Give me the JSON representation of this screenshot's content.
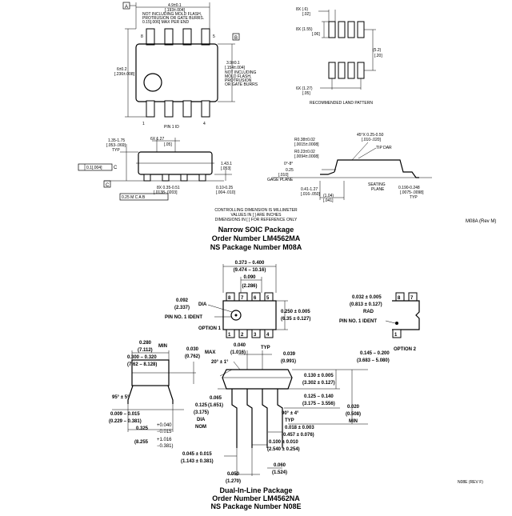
{
  "soic": {
    "top_view": {
      "letter_a": "A",
      "letter_b": "B",
      "dim_length": "4.9±0.1",
      "dim_length_in": "[.193±.004]",
      "note_length_1": "NOT INCLUDING MOLD FLASH,",
      "note_length_2": "PROTRUSION OR GATE BURRS.",
      "note_length_3": "0.15[.006] MAX PER END",
      "dim_height": "6±0.2",
      "dim_height_in": "[.236±.008]",
      "dim_body": "3.9±0.1",
      "dim_body_in": "[.154±.004]",
      "note_body_1": "NOT INCLUDING",
      "note_body_2": "MOLD FLASH,",
      "note_body_3": "PROTRUSION",
      "note_body_4": "OR GATE BURRS",
      "pin8": "8",
      "pin5": "5",
      "pin1": "1",
      "pin4": "4",
      "pin1_id": "PIN 1 ID"
    },
    "land_pattern": {
      "dim_8x_06": "8X (.6)",
      "dim_8x_06_in": "[.02]",
      "dim_8x_155": "8X (1.55)",
      "dim_8x_155_in": "[.06]",
      "dim_5_2": "(5.2)",
      "dim_5_2_in": "[.20]",
      "dim_6x_127": "6X (1.27)",
      "dim_6x_127_in": "[.05]",
      "caption": "RECOMMENDED LAND PATTERN"
    },
    "side_view": {
      "dim_135": "1.35-1.75",
      "dim_135_in": "[.053-.069]",
      "typ": "TYP",
      "dim_6x": "6X 1.27",
      "dim_6x_in": "[.05]",
      "dim_0_1": "0.1[.004]",
      "letter_c": "C",
      "dim_8x": "8X 0.35-0.51",
      "dim_8x_in": "[.0138-.0203]",
      "tol_frame": "0.25 M C A B",
      "dim_0_1_right": "0.10-0.25",
      "dim_0_1_right_in": "[.004-.010]",
      "dim_113": "1.43.1",
      "dim_113_in": "[.053]"
    },
    "detail_view": {
      "r1": "R0.38±0.02",
      "r1_in": "[.0015±.0008]",
      "r2": "R0.23±0.02",
      "r2_in": "[.0094±.0008]",
      "chamfer": "45°X 0.25-0.50",
      "chamfer_in": "[.010-.020]",
      "tip": "TIP DAR",
      "angle": "0°-8°",
      "gage": "0.25",
      "gage_in": "[.010]",
      "gage_plane": "GAGE PLANE",
      "seating": "SEATING",
      "plane": "PLANE",
      "lead": "0.41-1.27",
      "lead_in": "[.016-.050]",
      "foot": "(1.04)",
      "foot_in": "[.041]",
      "thick": "0.190-0.248",
      "thick_in": "[.0075-.0098]",
      "typ": "TYP"
    },
    "controlling_1": "CONTROLLING DIMENSION IS MILLIMETER",
    "controlling_2": "VALUES IN [ ] ARE INCHES",
    "controlling_3": "DIMENSIONS IN [ ] FOR REFERENCE ONLY",
    "rev": "M08A (Rev M)",
    "title_1": "Narrow SOIC Package",
    "title_2": "Order Number LM4562MA",
    "title_3": "NS Package Number M08A"
  },
  "dip": {
    "top_len": "0.373 – 0.400",
    "top_len_mm": "(9.474 – 10.16)",
    "dim_090": "0.090",
    "dim_090_mm": "(2.286)",
    "dim_092": "0.092",
    "dim_092_mm": "(2.337)",
    "dia": "DIA",
    "pin_ident": "PIN NO. 1 IDENT",
    "option1": "OPTION 1",
    "dim_250": "0.250 ± 0.005",
    "dim_250_mm": "(6.35 ± 0.127)",
    "pins_top": [
      "8",
      "7",
      "6",
      "5"
    ],
    "pins_bottom": [
      "1",
      "2",
      "3",
      "4"
    ],
    "dim_032": "0.032 ± 0.005",
    "dim_032_mm": "(0.813 ± 0.127)",
    "rad": "RAD",
    "pin_ident2": "PIN NO. 1 IDENT",
    "option2": "OPTION 2",
    "pins_opt2": [
      "8",
      "7"
    ],
    "pin_opt2_bottom": "1",
    "dim_280": "0.280",
    "dim_280_mm": "(7.112)",
    "min": "MIN",
    "dim_300": "0.300 – 0.320",
    "dim_300_mm": "(7.62 – 8.128)",
    "dim_030": "0.030",
    "dim_030_mm": "(0.762)",
    "max": "MAX",
    "dim_040": "0.040",
    "dim_040_mm": "(1.016)",
    "typ": "TYP",
    "dim_039": "0.039",
    "dim_039_mm": "(0.991)",
    "dim_145": "0.145 – 0.200",
    "dim_145_mm": "(3.683 – 5.080)",
    "angle_20": "20° ± 1°",
    "dim_130": "0.130 ± 0.005",
    "dim_130_mm": "(3.302 ± 0.127)",
    "angle_95": "95° ± 5°",
    "dim_065": "0.065",
    "dim_065_mm": "(1.651)",
    "dim_125b": "0.125 – 0.140",
    "dim_125b_mm": "(3.175 – 3.556)",
    "dim_020": "0.020",
    "dim_020_mm": "(0.508)",
    "min2": "MIN",
    "dim_009": "0.009 – 0.015",
    "dim_009_mm": "(0.229 – 0.381)",
    "dim_125": "0.125",
    "dim_125_mm": "(3.175)",
    "dia2": "DIA",
    "nom": "NOM",
    "angle_90": "90° ± 4°",
    "typ2": "TYP",
    "dim_325": "0.325",
    "dim_325_tol_a": "+0.040",
    "dim_325_tol_b": "−0.015",
    "dim_325_mm": "(8.255",
    "dim_325_mm_tol_a": "+1.016",
    "dim_325_mm_tol_b": "−0.381)",
    "dim_018": "0.018 ± 0.003",
    "dim_018_mm": "(0.457 ± 0.076)",
    "dim_100": "0.100 ± 0.010",
    "dim_100_mm": "(2.540 ± 0.254)",
    "dim_045": "0.045 ± 0.015",
    "dim_045_mm": "(1.143 ± 0.381)",
    "dim_060": "0.060",
    "dim_060_mm": "(1.524)",
    "dim_050": "0.050",
    "dim_050_mm": "(1.270)",
    "rev": "N08E (REV F)",
    "title_1": "Dual-In-Line Package",
    "title_2": "Order Number LM4562NA",
    "title_3": "NS Package Number N08E"
  }
}
